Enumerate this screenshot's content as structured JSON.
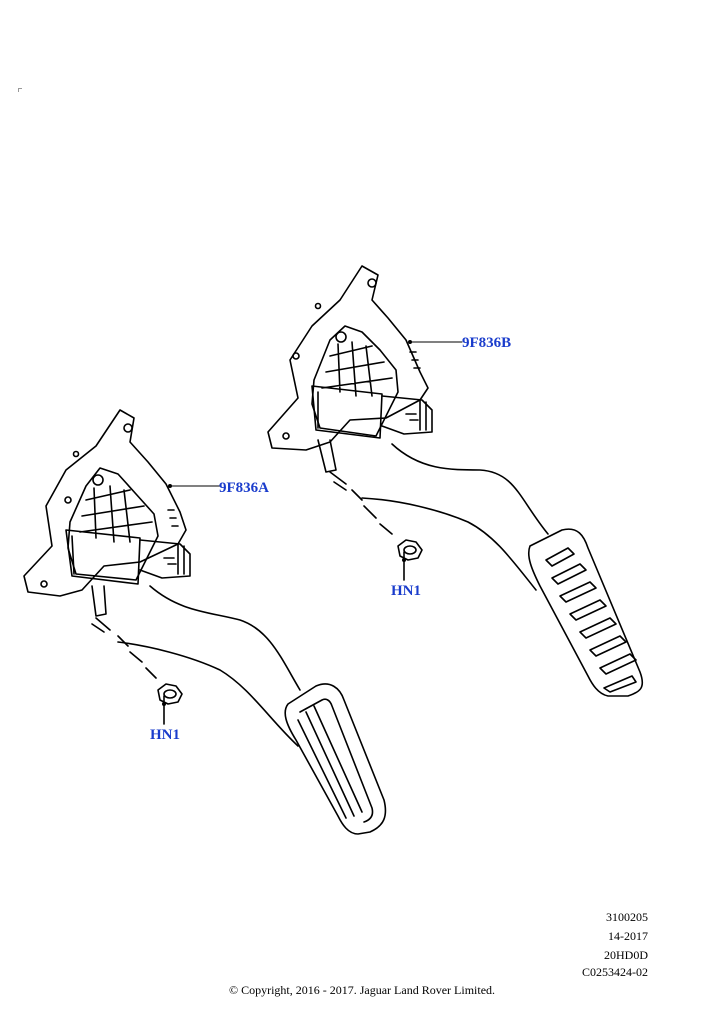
{
  "callouts": {
    "pedal_a": "9F836A",
    "pedal_b": "9F836B",
    "nut_a": "HN1",
    "nut_b": "HN1"
  },
  "meta": {
    "ref_number": "3100205",
    "date": "14-2017",
    "code": "20HD0D",
    "image_code": "C0253424-02"
  },
  "copyright": "© Copyright, 2016 - 2017. Jaguar Land Rover Limited.",
  "colors": {
    "callout_text": "#1a3ccc",
    "line": "#000000"
  }
}
